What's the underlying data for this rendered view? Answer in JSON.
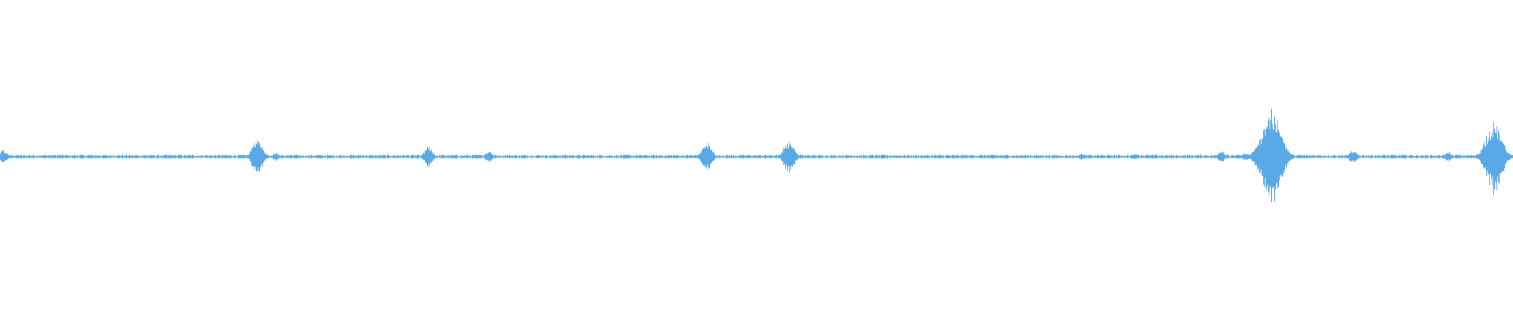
{
  "waveform": {
    "color": "#5aa9e6",
    "background": "#ffffff",
    "baseline_amplitude": 0.02,
    "events": [
      {
        "position": 0.002,
        "amplitude": 0.08
      },
      {
        "position": 0.17,
        "amplitude": 0.22
      },
      {
        "position": 0.182,
        "amplitude": 0.05
      },
      {
        "position": 0.283,
        "amplitude": 0.12
      },
      {
        "position": 0.323,
        "amplitude": 0.07
      },
      {
        "position": 0.467,
        "amplitude": 0.18
      },
      {
        "position": 0.521,
        "amplitude": 0.2
      },
      {
        "position": 0.523,
        "amplitude": 0.14
      },
      {
        "position": 0.715,
        "amplitude": 0.04
      },
      {
        "position": 0.75,
        "amplitude": 0.04
      },
      {
        "position": 0.807,
        "amplitude": 0.07
      },
      {
        "position": 0.823,
        "amplitude": 0.05
      },
      {
        "position": 0.84,
        "amplitude": 0.58
      },
      {
        "position": 0.894,
        "amplitude": 0.08
      },
      {
        "position": 0.957,
        "amplitude": 0.06
      },
      {
        "position": 0.987,
        "amplitude": 0.44
      }
    ]
  }
}
